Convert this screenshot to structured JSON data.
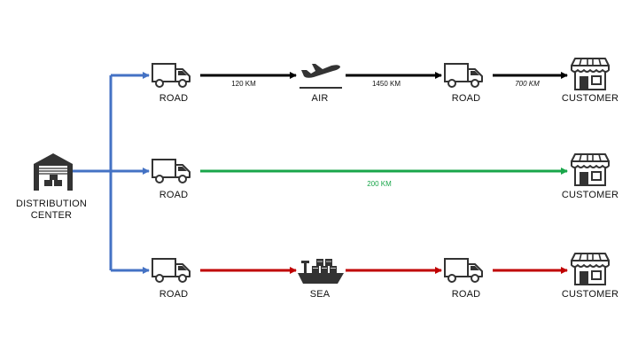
{
  "colors": {
    "blue": "#4472c4",
    "black": "#000000",
    "green": "#19a64a",
    "red": "#c00000",
    "icon": "#333333"
  },
  "distribution_center": {
    "line1": "DISTRIBUTION",
    "line2": "CENTER",
    "icon": "warehouse-icon"
  },
  "routes": [
    {
      "id": "air",
      "legs": [
        {
          "mode": "ROAD",
          "icon": "truck-icon"
        },
        {
          "mode": "AIR",
          "icon": "airplane-icon"
        },
        {
          "mode": "ROAD",
          "icon": "truck-icon"
        },
        {
          "mode": "CUSTOMER",
          "icon": "store-icon"
        }
      ],
      "distances": [
        "120 KM",
        "1450 KM",
        "700 KM"
      ],
      "color": "#000000"
    },
    {
      "id": "direct",
      "legs": [
        {
          "mode": "ROAD",
          "icon": "truck-icon"
        },
        {
          "mode": "CUSTOMER",
          "icon": "store-icon"
        }
      ],
      "distances": [
        "200 KM"
      ],
      "color": "#19a64a"
    },
    {
      "id": "sea",
      "legs": [
        {
          "mode": "ROAD",
          "icon": "truck-icon"
        },
        {
          "mode": "SEA",
          "icon": "ship-icon"
        },
        {
          "mode": "ROAD",
          "icon": "truck-icon"
        },
        {
          "mode": "CUSTOMER",
          "icon": "store-icon"
        }
      ],
      "distances": [],
      "color": "#c00000"
    }
  ]
}
